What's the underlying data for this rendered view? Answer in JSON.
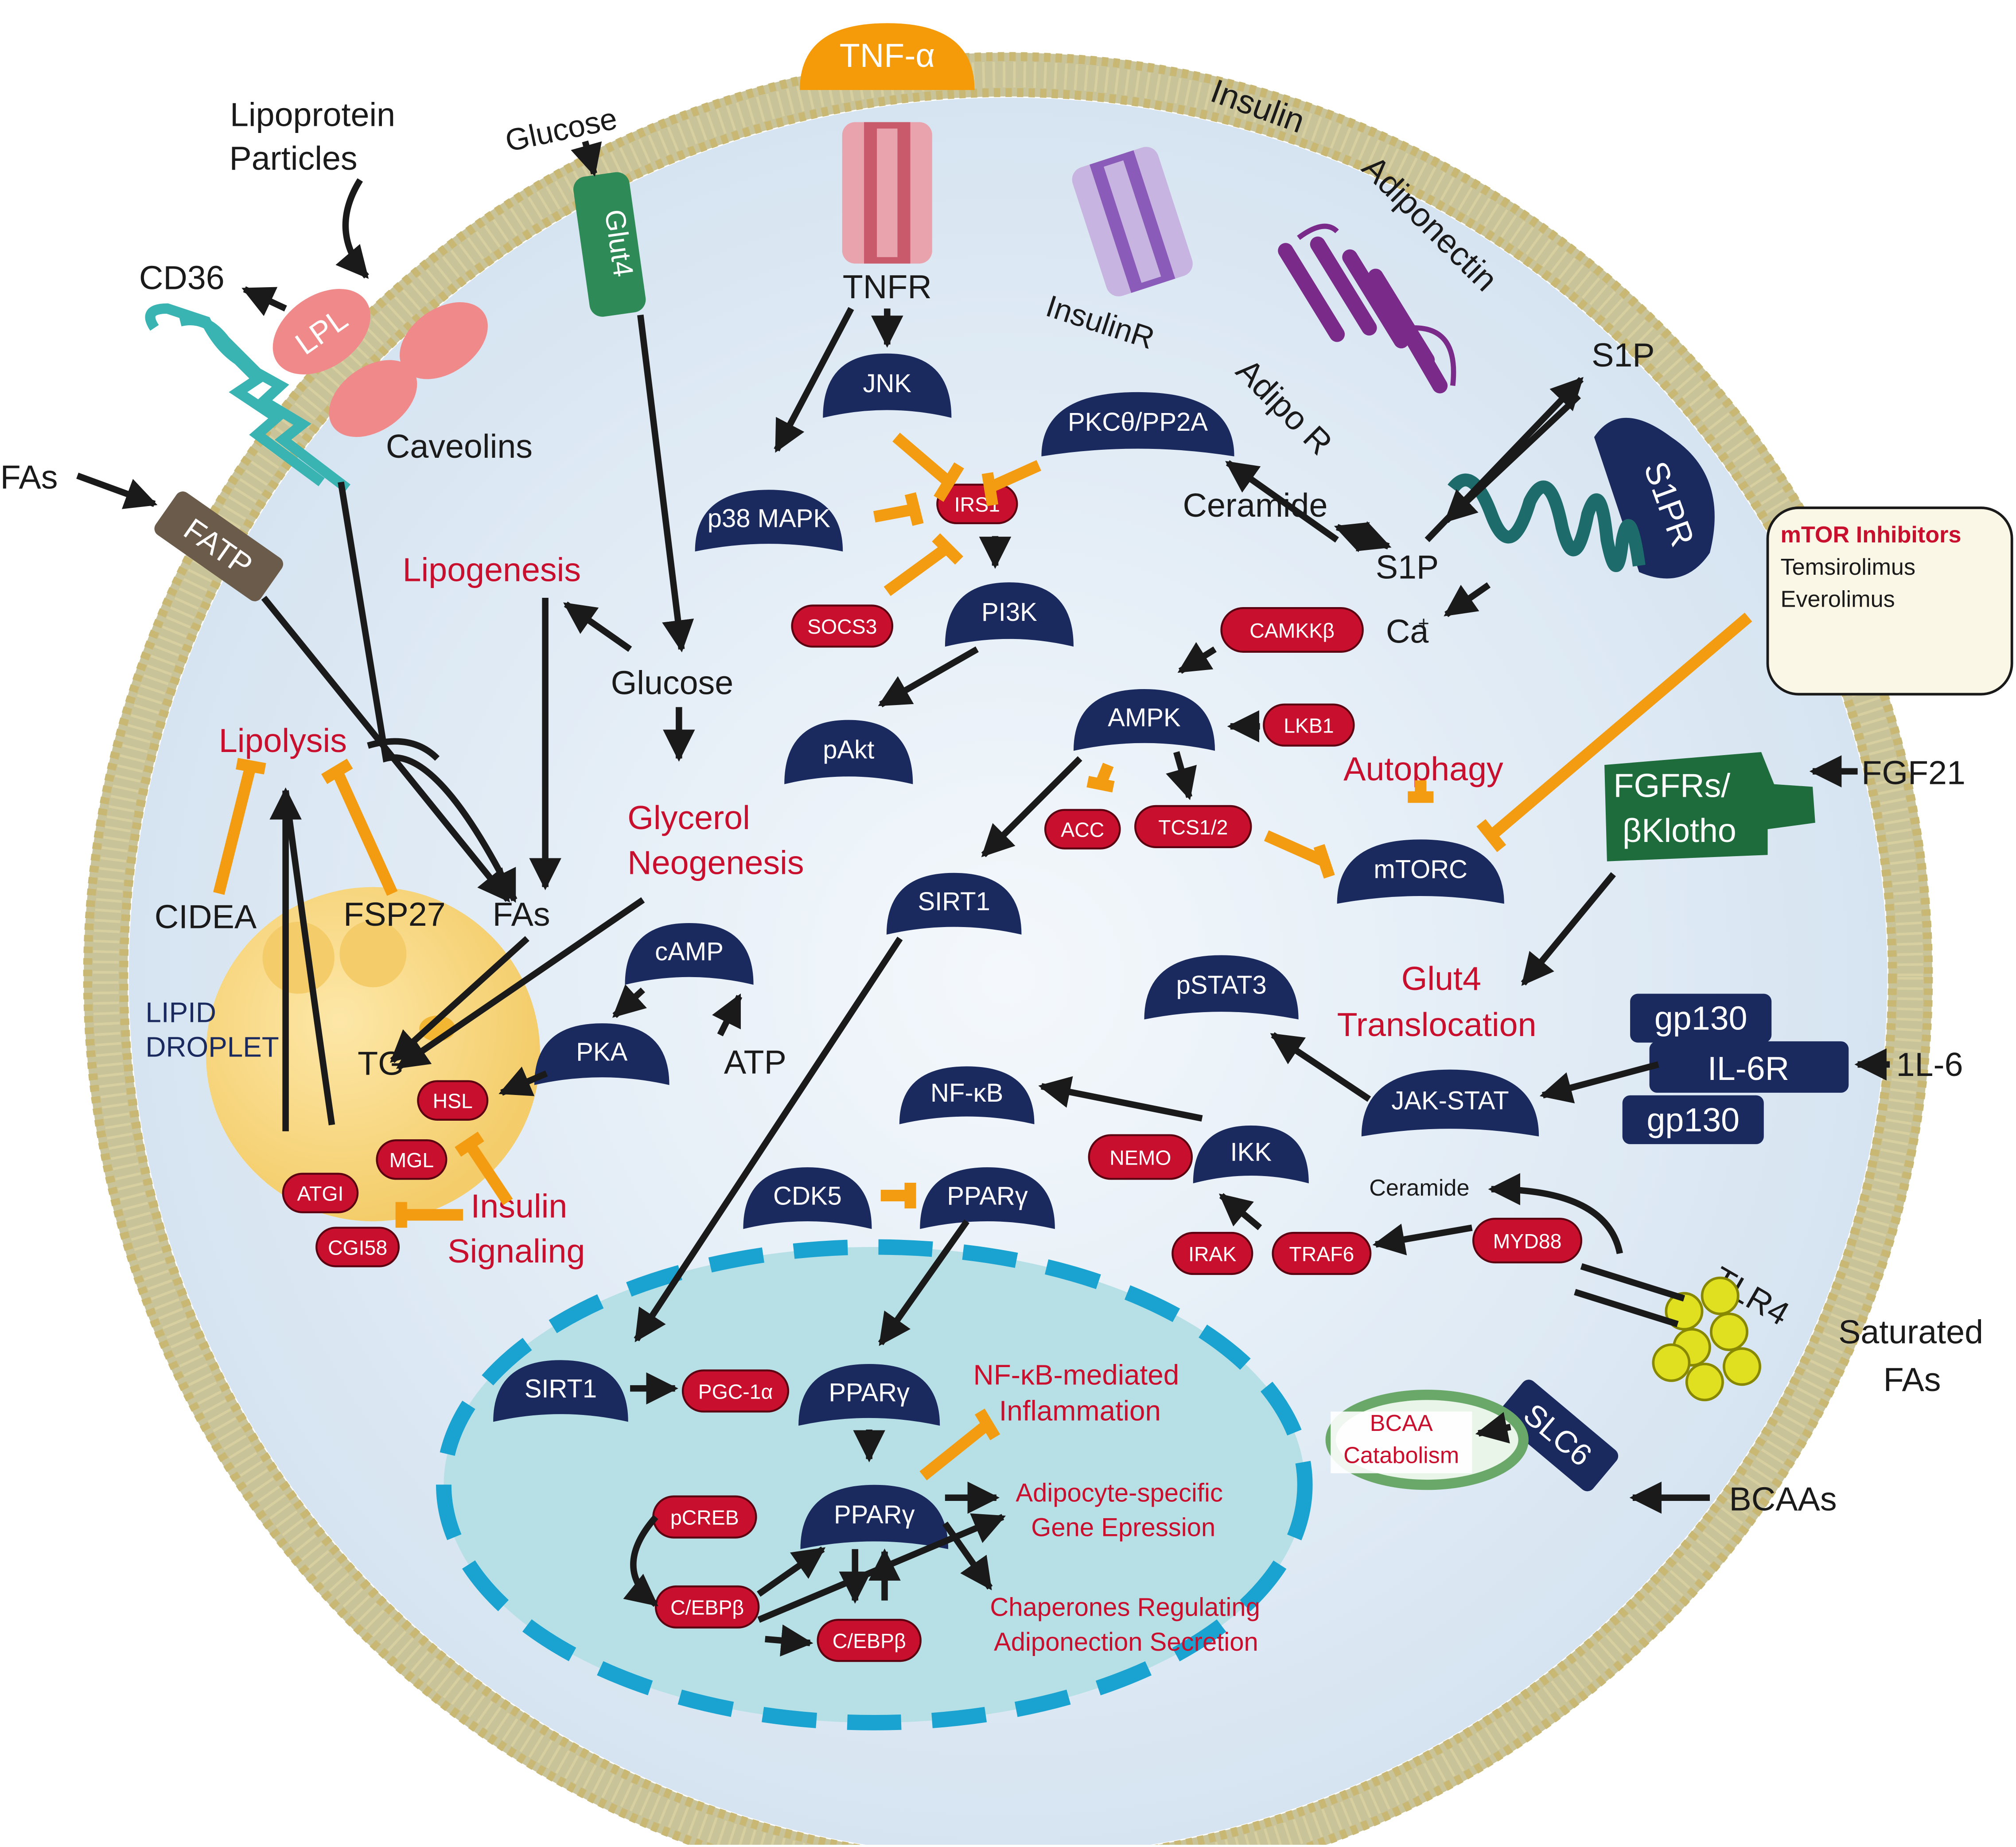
{
  "extracellular": {
    "tnf": "TNF-α",
    "insulin": "Insulin",
    "adiponectin": "Adiponectin",
    "glucose": "Glucose",
    "lipoprotein": "Lipoprotein",
    "particles": "Particles",
    "cd36": "CD36",
    "fas": "FAs",
    "s1p": "S1P",
    "fgf21": "FGF21",
    "il6": "1L-6",
    "saturated": "Saturated",
    "saturated_fas": "FAs",
    "bcaas": "BCAAs",
    "tlr4": "TLR4"
  },
  "membrane": {
    "glut4": "Glut4",
    "lpl": "LPL",
    "caveolins": "Caveolins",
    "fatp": "FATP",
    "tnfr": "TNFR",
    "insulinr": "InsulinR",
    "adipor": "Adipo R",
    "s1pr": "S1PR",
    "fgfr1": "FGFRs/",
    "fgfr2": "βKlotho",
    "gp130a": "gp130",
    "il6r": "IL-6R",
    "gp130b": "gp130",
    "slc6": "SLC6"
  },
  "mtor_box": {
    "title": "mTOR Inhibitors",
    "drug1": "Temsirolimus",
    "drug2": "Everolimus"
  },
  "navy_nodes": {
    "jnk": "JNK",
    "pkc": "PKCθ/PP2A",
    "p38": "p38 MAPK",
    "pi3k": "PI3K",
    "pakt": "pAkt",
    "ampk": "AMPK",
    "mtorc": "mTORC",
    "sirt1_cyto": "SIRT1",
    "camp": "cAMP",
    "pka": "PKA",
    "pstat3": "pSTAT3",
    "nfkb": "NF-κB",
    "ikk": "IKK",
    "jakstat": "JAK-STAT",
    "cdk5": "CDK5",
    "ppary_cyto": "PPARγ",
    "sirt1_nuc": "SIRT1",
    "ppary_nuc1": "PPARγ",
    "ppary_nuc2": "PPARγ"
  },
  "red_nodes": {
    "irs1": "IRS1",
    "socs3": "SOCS3",
    "camkkb": "CAMKKβ",
    "lkb1": "LKB1",
    "acc": "ACC",
    "tcs": "TCS1/2",
    "hsl": "HSL",
    "mgl": "MGL",
    "atgi": "ATGI",
    "cgi58": "CGI58",
    "nemo": "NEMO",
    "irak": "IRAK",
    "traf6": "TRAF6",
    "myd88": "MYD88",
    "pgc": "PGC-1α",
    "pcreb": "pCREB",
    "cebpb1": "C/EBPβ",
    "cebpb2": "C/EBPβ"
  },
  "processes": {
    "lipogenesis": "Lipogenesis",
    "lipolysis": "Lipolysis",
    "glycerol1": "Glycerol",
    "glycerol2": "Neogenesis",
    "autophagy": "Autophagy",
    "glut4trans1": "Glut4",
    "glut4trans2": "Translocation",
    "insulin_sig1": "Insulin",
    "insulin_sig2": "Signaling",
    "nfkb_inflam1": "NF-κB-mediated",
    "nfkb_inflam2": "Inflammation",
    "adipo_gene1": "Adipocyte-specific",
    "adipo_gene2": "Gene Epression",
    "chaperones1": "Chaperones Regulating",
    "chaperones2": "Adiponection Secretion",
    "bcaa1": "BCAA",
    "bcaa2": "Catabolism"
  },
  "cytosol_labels": {
    "glucose_in": "Glucose",
    "fas_in": "FAs",
    "ceramide": "Ceramide",
    "s1p_in": "S1P",
    "ca": "Ca",
    "ca_sup": "+",
    "atp": "ATP",
    "cidea": "CIDEA",
    "fsp27": "FSP27",
    "tg": "TG",
    "lipid1": "LIPID",
    "lipid2": "DROPLET",
    "ceramide2": "Ceramide"
  },
  "colors": {
    "navy": "#1b2a5e",
    "red": "#c8102e",
    "inhibit": "#f39c12",
    "cell": "#dde9f4",
    "nucleus": "#b7e0e6",
    "nucleus_border": "#1aa3d0"
  }
}
